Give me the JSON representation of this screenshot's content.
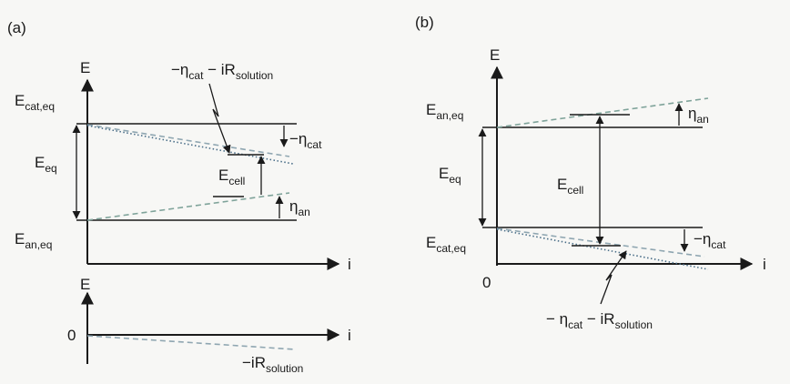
{
  "panel_a": {
    "tag": "(a)",
    "axis_e": "E",
    "axis_i": "i",
    "e_cat_eq": {
      "base": "E",
      "sub": "cat,eq"
    },
    "e_eq": {
      "base": "E",
      "sub": "eq"
    },
    "e_an_eq": {
      "base": "E",
      "sub": "an,eq"
    },
    "e_cell": {
      "base": "E",
      "sub": "cell"
    },
    "eta_cat": {
      "base": "−η",
      "sub": "cat"
    },
    "eta_an": {
      "base": "η",
      "sub": "an"
    },
    "ohmic_label": {
      "part1": "−η",
      "sub1": "cat",
      "part2": " − iR",
      "sub2": "solution"
    },
    "sub_axis_e": "E",
    "sub_axis_i": "i",
    "sub_zero": "0",
    "sub_ir": {
      "base": "−iR",
      "sub": "solution"
    }
  },
  "panel_b": {
    "tag": "(b)",
    "axis_e": "E",
    "axis_i": "i",
    "zero": "0",
    "e_an_eq": {
      "base": "E",
      "sub": "an,eq"
    },
    "e_eq": {
      "base": "E",
      "sub": "eq"
    },
    "e_cat_eq": {
      "base": "E",
      "sub": "cat,eq"
    },
    "e_cell": {
      "base": "E",
      "sub": "cell"
    },
    "eta_an": {
      "base": "η",
      "sub": "an"
    },
    "eta_cat": {
      "base": "−η",
      "sub": "cat"
    },
    "ohmic_label": {
      "part1": "− η",
      "sub1": "cat",
      "part2": " − iR",
      "sub2": "solution"
    }
  }
}
